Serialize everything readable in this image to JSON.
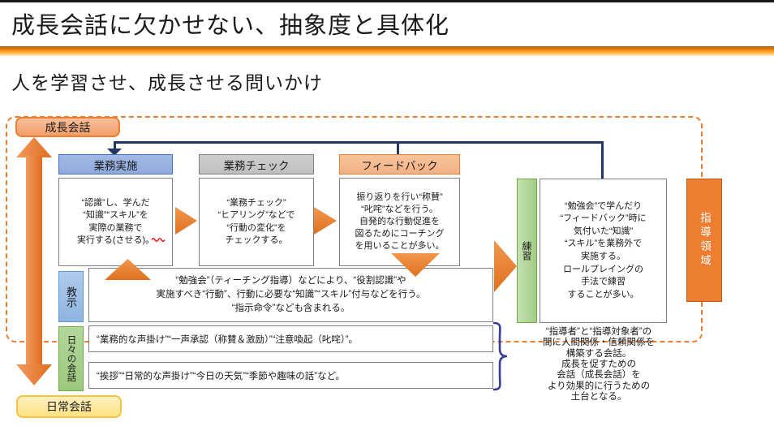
{
  "slide": {
    "title": "成長会話に欠かせない、抽象度と具体化",
    "subtitle": "人を学習させ、成長させる問いかけ"
  },
  "diagram": {
    "growth_label": "成長会話",
    "daily_label": "日常会話",
    "guidance_label": "指導領域",
    "practice_label": "練習",
    "teach_label": "教示",
    "daily_conv_label": "日々の会話",
    "steps": [
      {
        "header": "業務実施",
        "body": "“認識”し、学んだ\n“知識”“スキル”を\n実際の業務で\n実行する(させる)。"
      },
      {
        "header": "業務チェック",
        "body": "“業務チェック”\n“ヒアリング”などで\n“行動の変化”を\nチェックする。"
      },
      {
        "header": "フィードバック",
        "body": "振り返りを行い“称賛”\n“叱咤”などを行う。\n自発的な行動促進を\n図るためにコーチング\nを用いることが多い。"
      }
    ],
    "practice_box": "“勉強会”で学んだり\n“フィードバック”時に\n気付いた“知識”\n“スキル”を業務外で\n実施する。\nロールプレイングの\n手法で練習\nすることが多い。",
    "teach_box": "“勉強会”（ティーチング指導）などにより、“役割認識”や\n実施すべき“行動”、行動に必要な“知識”“スキル”付与などを行う。\n“指示命令”なども含まれる。",
    "daily_box1": "“業務的な声掛け”“一声承認（称賛＆激励）”“注意喚起（叱咤）”。",
    "daily_box2": "“挨拶”“日常的な声掛け”“今日の天気”“季節や趣味の話”など。",
    "note": "“指導者”と“指導対象者”の\n間に人間関係・信頼関係を\n構築する会話。\n成長を促すための\n会話（成長会話）を\nより効果的に行うための\n土台となる。"
  },
  "colors": {
    "accent_orange": "#ED7D31",
    "arrow_orange": "#E8782B",
    "navy_connector": "#1F3864",
    "brace_blue": "#3B3E99",
    "blue_header": "#8FAADC",
    "gray_header": "#BFBFBF",
    "salmon_header": "#F4B183",
    "green_bar": "#A9D18E",
    "yellow_label": "#FFE699",
    "squiggle_red": "#FF0000"
  }
}
